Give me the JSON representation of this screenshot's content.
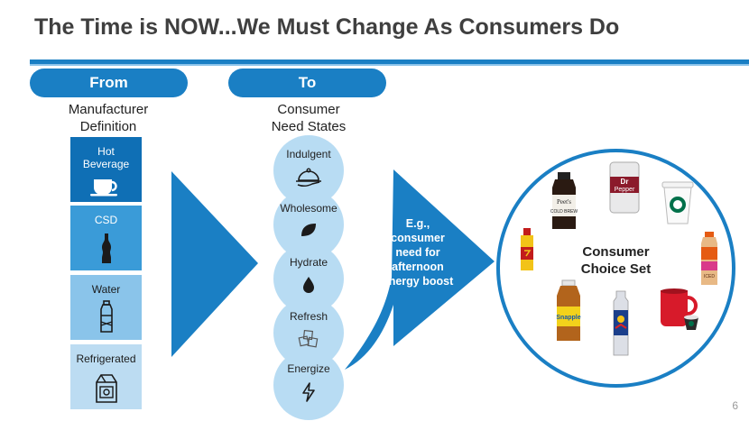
{
  "title": "The Time is NOW...We Must Change As Consumers Do",
  "from": {
    "pill": "From",
    "heading": [
      "Manufacturer",
      "Definition"
    ],
    "boxes": [
      {
        "label": [
          "Hot",
          "Beverage"
        ],
        "icon": "coffee-cup-icon",
        "color": "#0f6fb5"
      },
      {
        "label": [
          "CSD"
        ],
        "icon": "soda-bottle-icon",
        "color": "#3a9bd8"
      },
      {
        "label": [
          "Water"
        ],
        "icon": "water-bottle-icon",
        "color": "#8ac4ea"
      },
      {
        "label": [
          "Refrigerated"
        ],
        "icon": "milk-carton-icon",
        "color": "#bcdcf2"
      }
    ]
  },
  "to": {
    "pill": "To",
    "heading": [
      "Consumer",
      "Need States"
    ],
    "circles": [
      {
        "label": "Indulgent",
        "icon": "cloche-icon"
      },
      {
        "label": "Wholesome",
        "icon": "leaf-icon"
      },
      {
        "label": "Hydrate",
        "icon": "water-drop-icon"
      },
      {
        "label": "Refresh",
        "icon": "ice-cubes-icon"
      },
      {
        "label": "Energize",
        "icon": "lightning-bolt-icon"
      }
    ]
  },
  "callout": [
    "E.g.,",
    "consumer",
    "need for",
    "afternoon",
    "energy boost"
  ],
  "choice_set": {
    "label": [
      "Consumer",
      "Choice Set"
    ],
    "products": [
      {
        "name": "peets-cold-brew-bottle",
        "text": [
          "Peet's",
          "COLD BREW"
        ]
      },
      {
        "name": "dr-pepper-can",
        "text": [
          "Dr",
          "Pepper"
        ]
      },
      {
        "name": "starbucks-cup",
        "text": []
      },
      {
        "name": "5-hour-energy-shot",
        "text": []
      },
      {
        "name": "dunkin-iced-coffee-bottle",
        "text": [
          "ICED"
        ]
      },
      {
        "name": "snapple-bottle",
        "text": [
          "Snapple"
        ]
      },
      {
        "name": "red-bull-can",
        "text": []
      },
      {
        "name": "keurig-mug-and-pod",
        "text": []
      }
    ]
  },
  "page_number": "6",
  "colors": {
    "accent": "#1a7fc4",
    "light_accent": "#b8dcf3"
  }
}
